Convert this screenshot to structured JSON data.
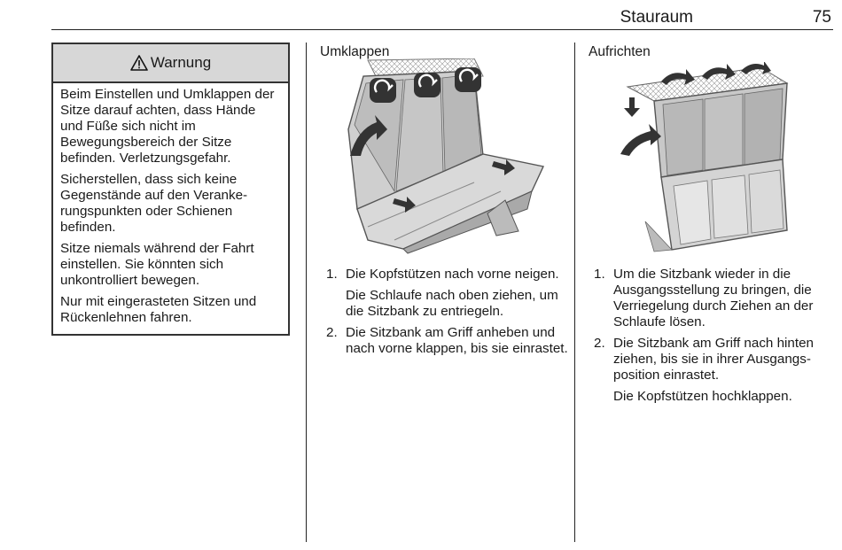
{
  "header": {
    "title": "Stauraum",
    "page_number": "75"
  },
  "warning": {
    "icon": "warning-triangle-icon",
    "title": "Warnung",
    "paragraphs": [
      "Beim Einstellen und Umklappen der Sitze darauf achten, dass Hände und Füße sich nicht im Bewegungsbereich der Sitze befinden. Verletzungsgefahr.",
      "Sicherstellen, dass sich keine Gegenstände auf den Veranke-rungspunkten oder Schienen befinden.",
      "Sitze niemals während der Fahrt einstellen. Sie könnten sich unkontrolliert bewegen.",
      "Nur mit eingerasteten Sitzen und Rückenlehnen fahren."
    ]
  },
  "umklappen": {
    "title": "Umklappen",
    "steps": [
      {
        "num": "1.",
        "text": "Die Kopfstützen nach vorne neigen.",
        "sub": "Die Schlaufe nach oben ziehen, um die Sitzbank zu entriegeln."
      },
      {
        "num": "2.",
        "text": "Die Sitzbank am Griff anheben und nach vorne klappen, bis sie einrastet."
      }
    ]
  },
  "aufrichten": {
    "title": "Aufrichten",
    "steps": [
      {
        "num": "1.",
        "text": "Um die Sitzbank wieder in die Ausgangsstellung zu bringen, die Verriegelung durch Ziehen an der Schlaufe lösen."
      },
      {
        "num": "2.",
        "text": "Die Sitzbank am Griff nach hinten ziehen, bis sie in ihrer Ausgangs-position einrastet.",
        "sub": "Die Kopfstützen hochklappen."
      }
    ]
  }
}
